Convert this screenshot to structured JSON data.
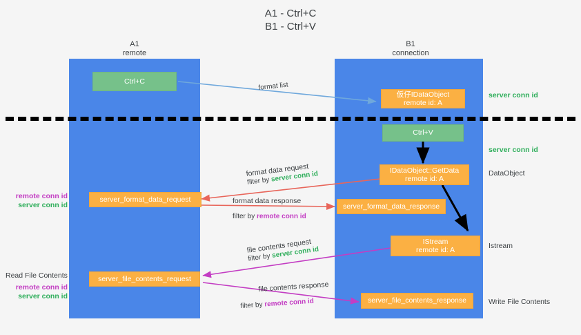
{
  "title": {
    "line1": "A1 - Ctrl+C",
    "line2": "B1 - Ctrl+V"
  },
  "lanes": [
    {
      "name": "A1",
      "sub": "remote"
    },
    {
      "name": "B1",
      "sub": "connection"
    }
  ],
  "colors": {
    "background": "#f5f5f5",
    "lane": "#4a86e8",
    "green_box": "#76c18a",
    "orange_box": "#fbb043",
    "server_conn_id": "#2fae5b",
    "remote_conn_id": "#c33dc3",
    "arrow_blue": "#6fa8dc",
    "arrow_red": "#e8655a",
    "arrow_magenta": "#c33dc3",
    "arrow_black": "#000000",
    "divider": "#000000"
  },
  "boxes": {
    "ctrl_c": {
      "line1": "Ctrl+C"
    },
    "ctrl_v": {
      "line1": "Ctrl+V"
    },
    "idataobject_top": {
      "line1": "仮仔IDataObject",
      "line2": "remote id: A"
    },
    "idataobject_getdata": {
      "line1": "IDataObject::GetData",
      "line2": "remote id: A"
    },
    "istream": {
      "line1": "IStream",
      "line2": "remote id: A"
    },
    "server_format_data_request": {
      "line1": "server_format_data_request"
    },
    "server_format_data_response": {
      "line1": "server_format_data_response"
    },
    "server_file_contents_request": {
      "line1": "server_file_contents_request"
    },
    "server_file_contents_response": {
      "line1": "server_file_contents_response"
    }
  },
  "arrow_labels": {
    "format_list": "format list",
    "format_data_request": {
      "main": "format data request",
      "filter_prefix": "filter by ",
      "filter_value": "server conn id"
    },
    "format_data_response": {
      "main": "format data response",
      "filter_prefix": "filter by ",
      "filter_value": "remote conn id"
    },
    "file_contents_request": {
      "main": "file contents request",
      "filter_prefix": "filter by ",
      "filter_value": "server conn id"
    },
    "file_contents_response": {
      "main": "file contents response",
      "filter_prefix": "filter by ",
      "filter_value": "remote conn id"
    }
  },
  "right_labels": {
    "server_conn_id_top": "server conn id",
    "server_conn_id_second": "server conn id",
    "dataobject": "DataObject",
    "istream": "Istream",
    "write_file_contents": "Write File Contents"
  },
  "left_labels": {
    "remote_conn_id_upper": "remote conn id",
    "server_conn_id_upper": "server conn id",
    "read_file_contents": "Read File Contents",
    "remote_conn_id_lower": "remote conn id",
    "server_conn_id_lower": "server conn id"
  }
}
